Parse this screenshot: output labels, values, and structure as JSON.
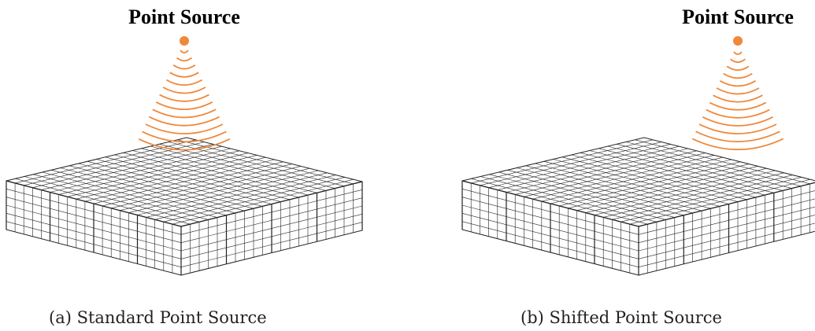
{
  "figures": [
    {
      "title": "Point Source",
      "caption": "(a) Standard Point Source"
    },
    {
      "title": "Point Source",
      "caption": "(b) Shifted Point Source"
    }
  ],
  "colors": {
    "source": "#f0883a",
    "grid": "#222222"
  }
}
